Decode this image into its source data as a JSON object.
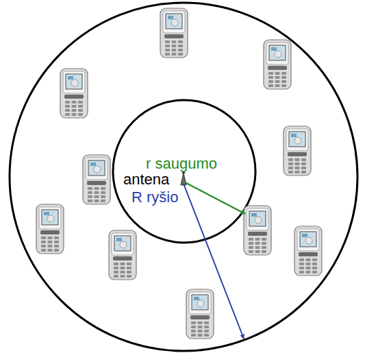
{
  "diagram": {
    "labels": [
      "r saugumo",
      "antena",
      "R ryšio"
    ]
  }
}
